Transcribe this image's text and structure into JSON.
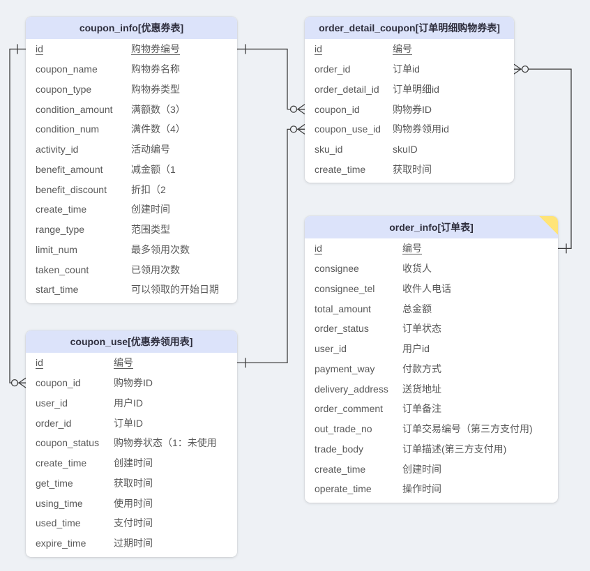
{
  "diagram": {
    "colors": {
      "canvas": "#eef1f5",
      "table_header": "#dce3fa",
      "note_fold": "#ffe478",
      "relationship_line": "#3d3d3d"
    },
    "tables": [
      {
        "key": "coupon_info",
        "title": "coupon_info[优惠券表]",
        "fields": [
          {
            "name": "id",
            "desc": "购物券编号",
            "pk": true
          },
          {
            "name": "coupon_name",
            "desc": "购物券名称"
          },
          {
            "name": "coupon_type",
            "desc": "购物券类型"
          },
          {
            "name": "condition_amount",
            "desc": "满额数（3）"
          },
          {
            "name": "condition_num",
            "desc": "满件数（4）"
          },
          {
            "name": "activity_id",
            "desc": "活动编号"
          },
          {
            "name": "benefit_amount",
            "desc": "减金额（1"
          },
          {
            "name": "benefit_discount",
            "desc": "折扣（2"
          },
          {
            "name": "create_time",
            "desc": "创建时间"
          },
          {
            "name": "range_type",
            "desc": "范围类型"
          },
          {
            "name": "limit_num",
            "desc": "最多领用次数"
          },
          {
            "name": "taken_count",
            "desc": "已领用次数"
          },
          {
            "name": "start_time",
            "desc": "可以领取的开始日期"
          }
        ]
      },
      {
        "key": "order_detail_coupon",
        "title": "order_detail_coupon[订单明细购物券表]",
        "fields": [
          {
            "name": "id",
            "desc": "编号",
            "pk": true
          },
          {
            "name": "order_id",
            "desc": "订单id"
          },
          {
            "name": "order_detail_id",
            "desc": "订单明细id"
          },
          {
            "name": "coupon_id",
            "desc": "购物券ID"
          },
          {
            "name": "coupon_use_id",
            "desc": "购物券领用id"
          },
          {
            "name": "sku_id",
            "desc": "skuID"
          },
          {
            "name": "create_time",
            "desc": "获取时间"
          }
        ]
      },
      {
        "key": "order_info",
        "title": "order_info[订单表]",
        "note_corner": true,
        "fields": [
          {
            "name": "id",
            "desc": "编号",
            "pk": true
          },
          {
            "name": "consignee",
            "desc": "收货人"
          },
          {
            "name": "consignee_tel",
            "desc": "收件人电话"
          },
          {
            "name": "total_amount",
            "desc": "总金额"
          },
          {
            "name": "order_status",
            "desc": "订单状态"
          },
          {
            "name": "user_id",
            "desc": "用户id"
          },
          {
            "name": "payment_way",
            "desc": "付款方式"
          },
          {
            "name": "delivery_address",
            "desc": "送货地址"
          },
          {
            "name": "order_comment",
            "desc": "订单备注"
          },
          {
            "name": "out_trade_no",
            "desc": "订单交易编号（第三方支付用)"
          },
          {
            "name": "trade_body",
            "desc": "订单描述(第三方支付用)"
          },
          {
            "name": "create_time",
            "desc": "创建时间"
          },
          {
            "name": "operate_time",
            "desc": "操作时间"
          }
        ]
      },
      {
        "key": "coupon_use",
        "title": "coupon_use[优惠券领用表]",
        "fields": [
          {
            "name": "id",
            "desc": "编号",
            "pk": true
          },
          {
            "name": "coupon_id",
            "desc": "购物券ID"
          },
          {
            "name": "user_id",
            "desc": "用户ID"
          },
          {
            "name": "order_id",
            "desc": "订单ID"
          },
          {
            "name": "coupon_status",
            "desc": "购物券状态（1：未使用"
          },
          {
            "name": "create_time",
            "desc": "创建时间"
          },
          {
            "name": "get_time",
            "desc": "获取时间"
          },
          {
            "name": "using_time",
            "desc": "使用时间"
          },
          {
            "name": "used_time",
            "desc": "支付时间"
          },
          {
            "name": "expire_time",
            "desc": "过期时间"
          }
        ]
      }
    ],
    "relationships": [
      {
        "from": {
          "table": "coupon_info",
          "field": "id",
          "cardinality": "one"
        },
        "to": {
          "table": "coupon_use",
          "field": "coupon_id",
          "cardinality": "zero-or-many"
        }
      },
      {
        "from": {
          "table": "coupon_info",
          "field": "id",
          "cardinality": "one"
        },
        "to": {
          "table": "order_detail_coupon",
          "field": "coupon_id",
          "cardinality": "zero-or-many"
        }
      },
      {
        "from": {
          "table": "coupon_use",
          "field": "id",
          "cardinality": "one"
        },
        "to": {
          "table": "order_detail_coupon",
          "field": "coupon_use_id",
          "cardinality": "zero-or-many"
        }
      },
      {
        "from": {
          "table": "order_detail_coupon",
          "field": "order_id",
          "cardinality": "zero-or-many"
        },
        "to": {
          "table": "order_info",
          "field": "id",
          "cardinality": "one"
        }
      }
    ]
  }
}
